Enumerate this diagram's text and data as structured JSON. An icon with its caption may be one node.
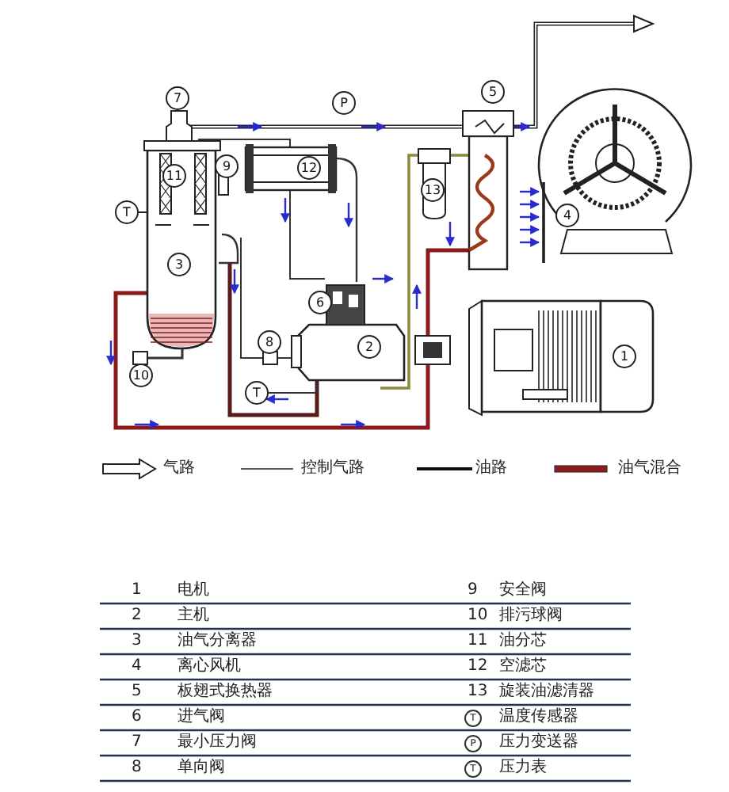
{
  "diagram": {
    "labels": [
      "7",
      "P",
      "5",
      "11",
      "9",
      "12",
      "13",
      "T",
      "3",
      "4",
      "6",
      "8",
      "2",
      "1",
      "10",
      "T",
      "1",
      "电机",
      "9",
      "安全阀",
      "2",
      "主机",
      "10",
      "排污球阀",
      "3",
      "油气分离器",
      "11",
      "油分芯",
      "4",
      "离心风机",
      "12",
      "空滤芯",
      "5",
      "板翅式换热器",
      "13",
      "旋装油滤清器",
      "6",
      "进气阀",
      "T",
      "温度传感器",
      "7",
      "最小压力阀",
      "P",
      "压力变送器",
      "8",
      "单向阀",
      "T",
      "压力表"
    ],
    "legend": [
      {
        "text": "气路"
      },
      {
        "text": "控制气路"
      },
      {
        "text": "油路"
      },
      {
        "text": "油气混合"
      }
    ]
  }
}
